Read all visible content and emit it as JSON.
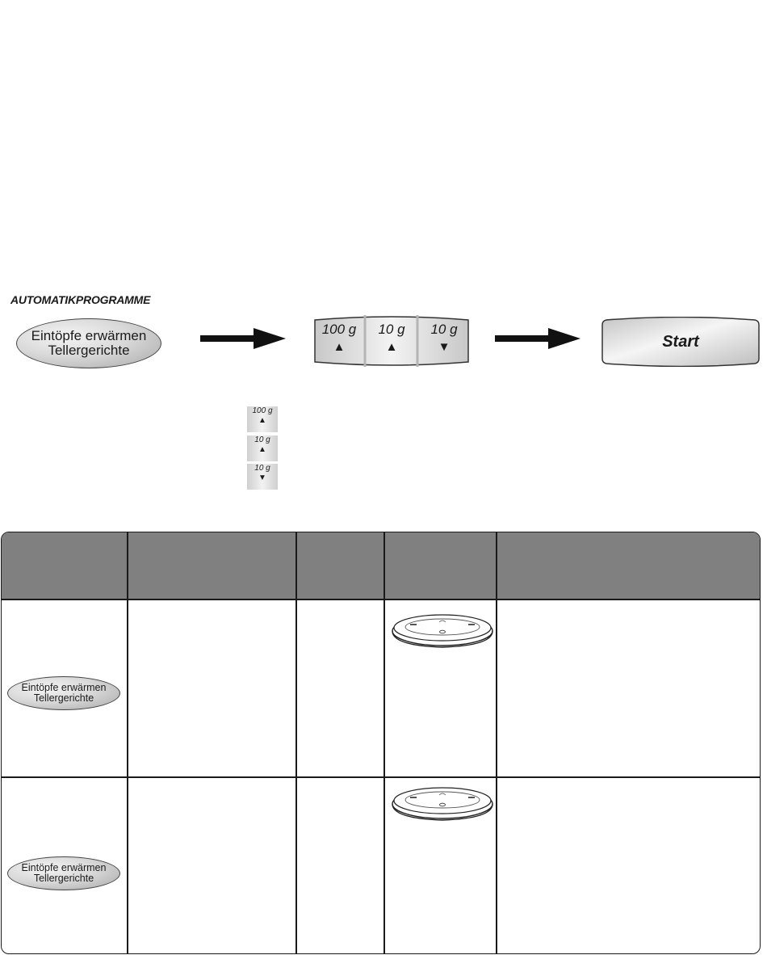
{
  "section_title": "AUTOMATIKPROGRAMME",
  "program_button": {
    "line1": "Eintöpfe erwärmen",
    "line2": "Tellergerichte"
  },
  "weight_keys": [
    {
      "label": "100 g",
      "direction": "▲"
    },
    {
      "label": "10 g",
      "direction": "▲"
    },
    {
      "label": "10 g",
      "direction": "▼"
    }
  ],
  "start_button": {
    "label": "Start"
  },
  "legend_keys": [
    {
      "label": "100 g",
      "direction": "▲"
    },
    {
      "label": "10 g",
      "direction": "▲"
    },
    {
      "label": "10 g",
      "direction": "▼"
    }
  ],
  "table": {
    "header_color": "#808080",
    "rows": [
      {
        "program_line1": "Eintöpfe erwärmen",
        "program_line2": "Tellergerichte"
      },
      {
        "program_line1": "Eintöpfe erwärmen",
        "program_line2": "Tellergerichte"
      }
    ]
  }
}
